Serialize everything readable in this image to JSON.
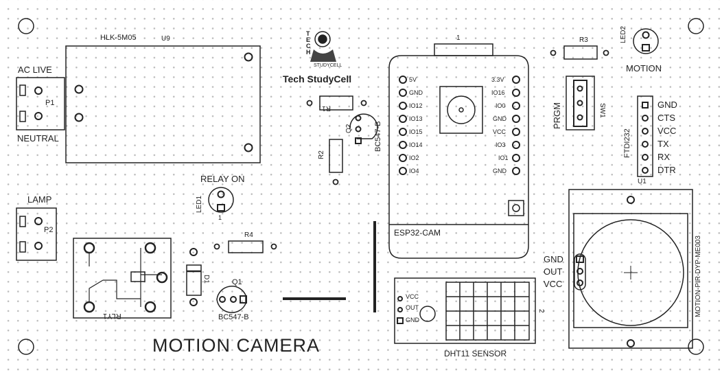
{
  "board_title": "MOTION CAMERA",
  "logo": {
    "text": "Tech StudyCell",
    "seal_text": "STUDYCELL",
    "seal_letters": "TECH"
  },
  "power_module": {
    "name": "HLK-5M05",
    "ref": "U9"
  },
  "connector_p1": {
    "ref": "P1",
    "top_label": "AC LIVE",
    "bottom_label": "NEUTRAL"
  },
  "connector_p2": {
    "ref": "P2",
    "label": "LAMP"
  },
  "relay": {
    "ref": "RLY1"
  },
  "led1": {
    "ref": "LED1",
    "label": "RELAY ON",
    "pin_mark": "1"
  },
  "led2": {
    "ref": "LED2",
    "label": "MOTION"
  },
  "resistors": {
    "r1": "R1",
    "r2": "R2",
    "r3": "R3",
    "r4": "R4"
  },
  "diode": {
    "ref": "D1"
  },
  "transistor_q1": {
    "ref": "Q1",
    "part": "BC547-B"
  },
  "transistor_q2": {
    "ref": "Q2",
    "part": "BC547-B"
  },
  "switch": {
    "ref": "SW1",
    "label": "PRGM"
  },
  "esp32": {
    "name": "ESP32-CAM",
    "ref": "1",
    "left_pins": [
      "5V",
      "GND",
      "IO12",
      "IO13",
      "IO15",
      "IO14",
      "IO2",
      "IO4"
    ],
    "right_pins": [
      "3.3V",
      "IO16",
      "IO0",
      "GND",
      "VCC",
      "IO3",
      "IO1",
      "GND"
    ]
  },
  "ftdi": {
    "ref": "U1",
    "name": "FTDI232",
    "pins": [
      "GND",
      "CTS",
      "VCC",
      "TX",
      "RX",
      "DTR"
    ]
  },
  "pir": {
    "name": "MOTION-PIR-DYP-ME003",
    "pins": [
      "GND",
      "OUT",
      "VCC"
    ]
  },
  "dht11": {
    "name": "DHT11 SENSOR",
    "ref": "2",
    "pins": [
      "VCC",
      "OUT",
      "GND"
    ]
  }
}
